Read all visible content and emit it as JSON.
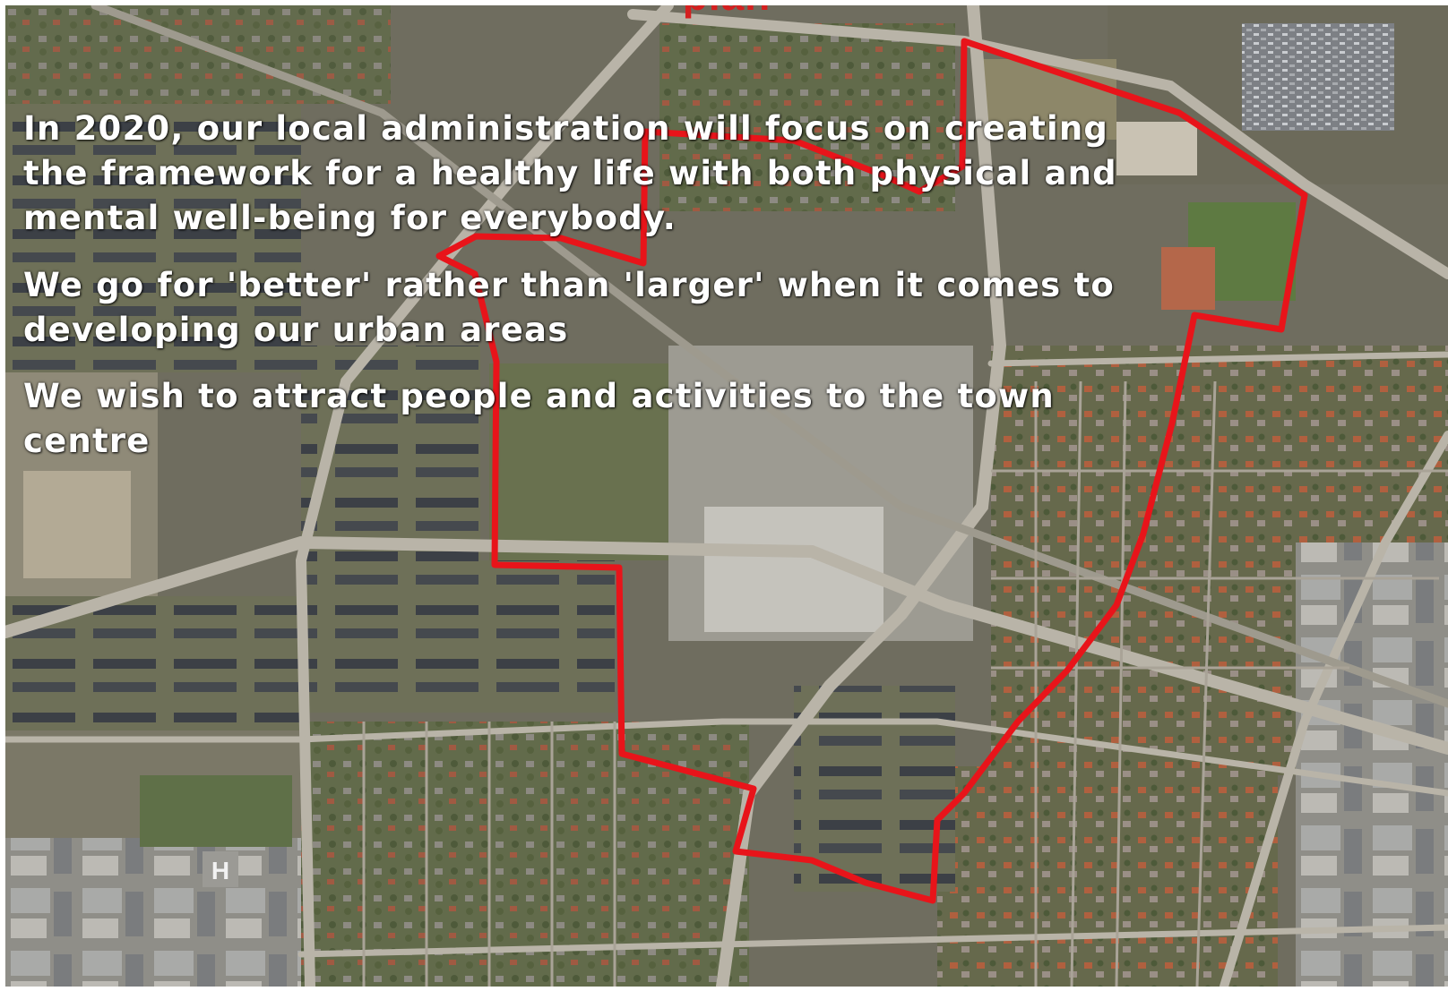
{
  "page": {
    "top_title_fragment": "plan"
  },
  "statements": [
    "In 2020, our local administration will focus on creating the framework for a healthy life with both physical and mental well-being for everybody.",
    "We go for 'better' rather than 'larger' when it comes to developing our urban areas",
    "We wish to attract people and activities to the town centre"
  ],
  "map": {
    "kind": "aerial photograph",
    "boundary_color": "#e8141a",
    "colors": {
      "base": "#6f6d5f",
      "greenery": "#5f7048",
      "roads": "#b9b4a8",
      "rooftops_red": "#a8573e",
      "rooftops_grey": "#8b8f93"
    },
    "labels": {
      "helipad": "H"
    }
  }
}
